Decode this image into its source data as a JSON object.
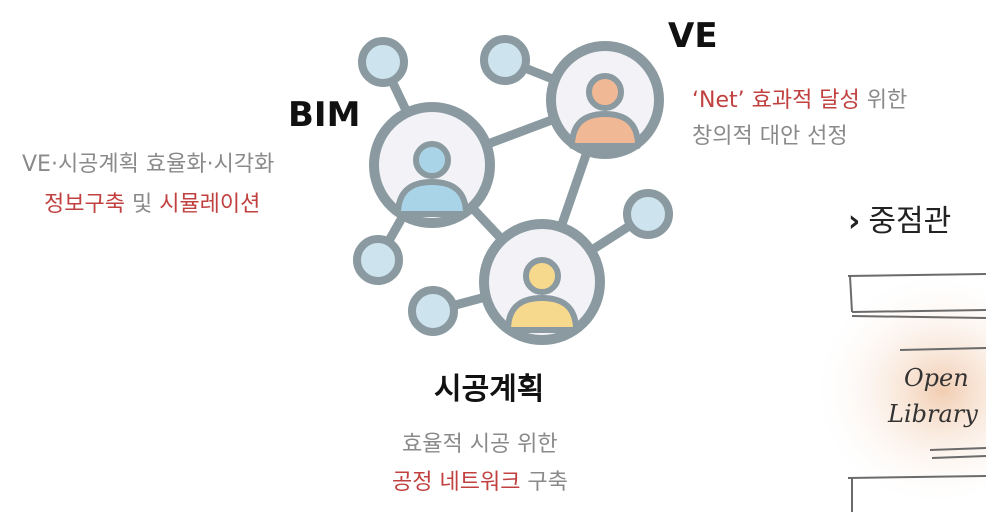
{
  "nodes": {
    "bim": {
      "title": "BIM",
      "desc_line1": "VE·시공계획 효율화·시각화",
      "desc_line2_hl1": "정보구축",
      "desc_line2_mid": " 및 ",
      "desc_line2_hl2": "시뮬레이션"
    },
    "ve": {
      "title": "VE",
      "desc_line1_hl": "‘Net’ 효과적 달성",
      "desc_line1_rest": " 위한",
      "desc_line2": "창의적 대안 선정"
    },
    "construction_plan": {
      "title": "시공계획",
      "desc_line1": "효율적 시공 위한",
      "desc_line2_hl": "공정 네트워크",
      "desc_line2_rest": " 구축"
    }
  },
  "section": {
    "arrow": "›",
    "heading": "중점관"
  },
  "sketch": {
    "line1": "Open",
    "line2": "Library"
  },
  "colors": {
    "stroke": "#8a9aa0",
    "node_fill": "#f3f3f7",
    "small_node": "#cde3ee",
    "bim_person": "#a9d4e8",
    "ve_person": "#f0b894",
    "plan_person": "#f7d98e",
    "highlight": "#c0413f",
    "gray_text": "#8a8a8a"
  }
}
